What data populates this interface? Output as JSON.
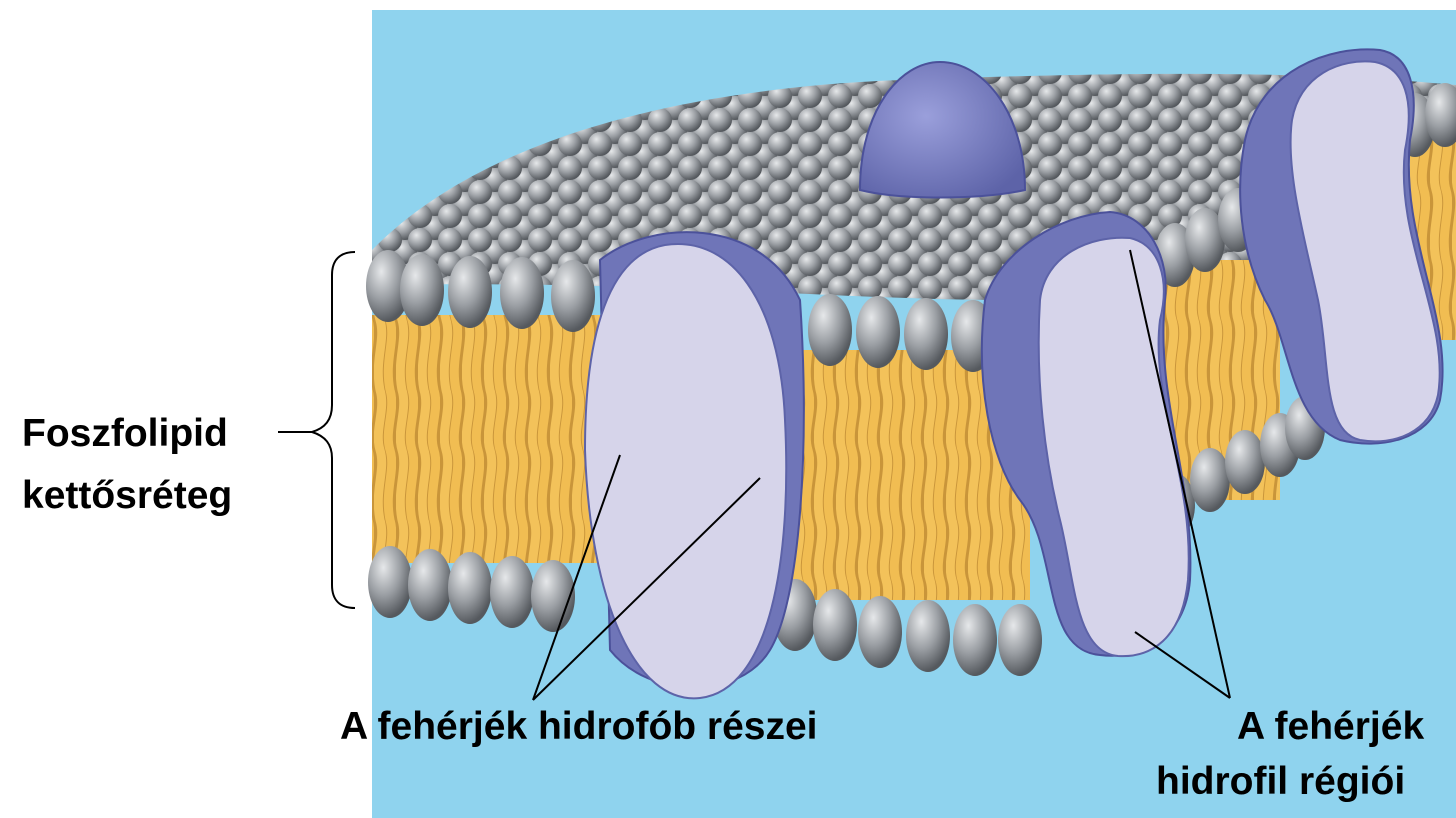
{
  "labels": {
    "bilayer_line1": "Foszfolipid",
    "bilayer_line2": "kettősréteg",
    "hydrophobic": "A fehérjék hidrofób részei",
    "hydrophilic_line1": "A fehérjék",
    "hydrophilic_line2": "hidrofil régiói"
  },
  "colors": {
    "background_panel": "#8fd3ee",
    "lipid_head": "#9a9ea3",
    "lipid_tail": "#f1bd52",
    "protein_dark": "#6f75b8",
    "protein_light": "#d6d4ea"
  }
}
